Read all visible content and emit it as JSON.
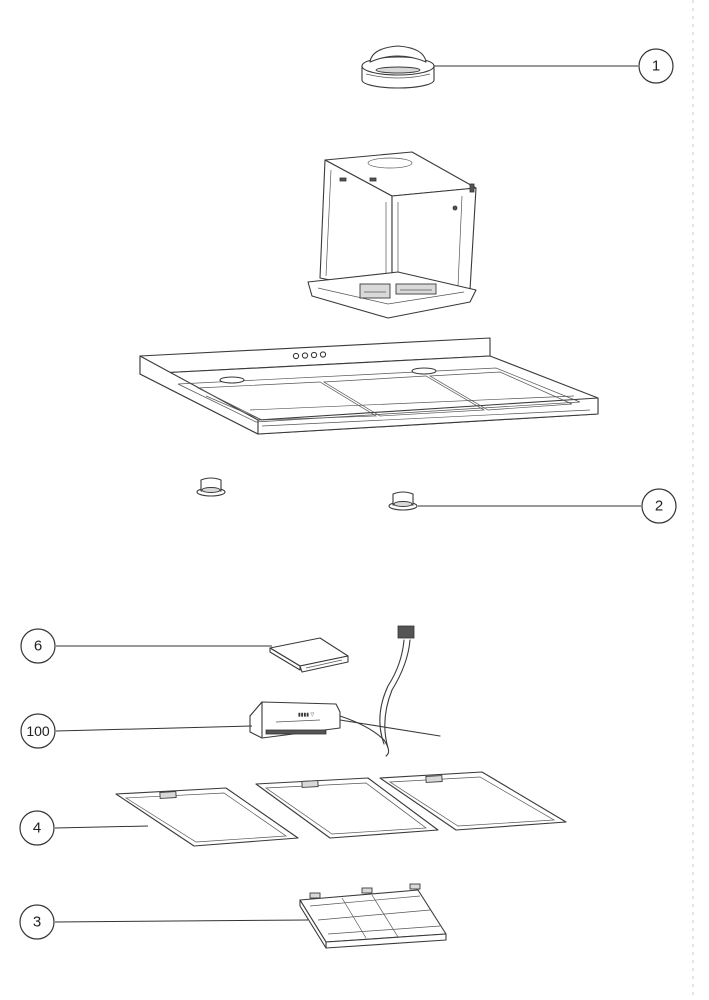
{
  "callouts": [
    {
      "id": "callout-1",
      "label": "1"
    },
    {
      "id": "callout-2",
      "label": "2"
    },
    {
      "id": "callout-6",
      "label": "6"
    },
    {
      "id": "callout-100",
      "label": "100"
    },
    {
      "id": "callout-4",
      "label": "4"
    },
    {
      "id": "callout-3",
      "label": "3"
    }
  ]
}
